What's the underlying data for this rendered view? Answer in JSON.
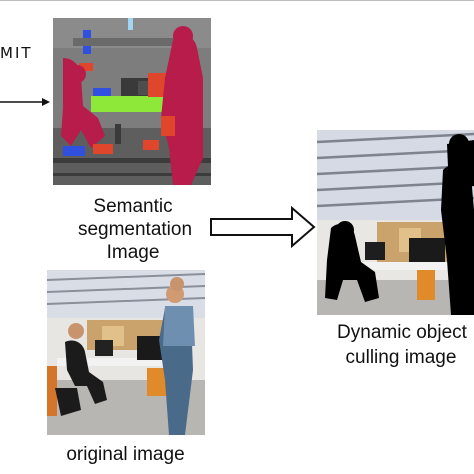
{
  "labels": {
    "mit": "MIT",
    "semantic_line1": "Semantic",
    "semantic_line2": "segmentation",
    "semantic_line3": "Image",
    "original": "original image",
    "dynamic_line1": "Dynamic object",
    "dynamic_line2": "culling image"
  },
  "colors": {
    "person_seg": "#b71c4a",
    "table_seg": "#8ee83a",
    "background_seg": "#7d7d7d",
    "chair_seg": "#e0462c",
    "monitor_seg": "#3a3a3a",
    "blue_seg": "#3050e0",
    "culled": "#000000"
  }
}
